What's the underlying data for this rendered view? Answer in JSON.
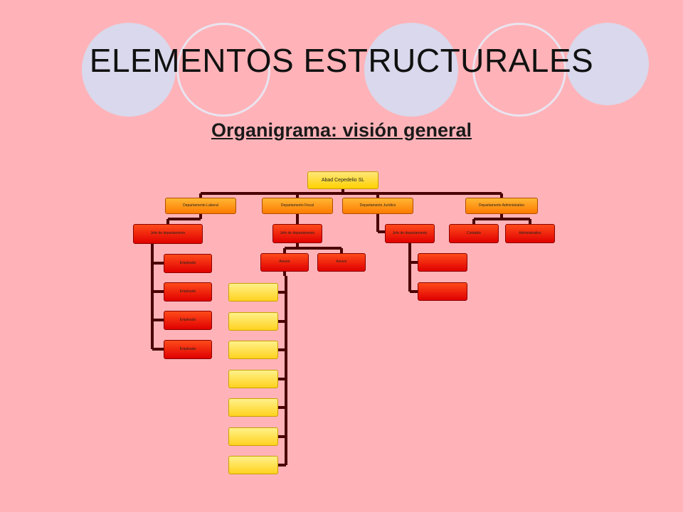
{
  "slide": {
    "title": "ELEMENTOS ESTRUCTURALES",
    "subtitle": "Organigrama: visión general"
  },
  "org": {
    "root": "Abad Cepedelio SL",
    "departments": [
      {
        "label": "Departamento Laboral",
        "head": "Jefe de departamento",
        "members": [
          "Empleado",
          "Empleado",
          "Empleado",
          "Empleado"
        ]
      },
      {
        "label": "Departamento Fiscal",
        "head": "Jefe de departamento",
        "members": [
          "Asesor",
          "Asesor"
        ],
        "assistants_count": 7
      },
      {
        "label": "Departamento Jurídico",
        "head": "Jefe de departamento",
        "members": [
          "",
          ""
        ]
      },
      {
        "label": "Departamento Administrativo",
        "members": [
          "Contable",
          "Administrativo"
        ]
      }
    ]
  },
  "colors": {
    "background": "#ffb3b8",
    "connector": "#4a0000",
    "root_fill": "#ffd100",
    "department_fill": "#ff7a00",
    "staff_fill": "#e00000",
    "assistant_fill": "#ffd21f"
  }
}
